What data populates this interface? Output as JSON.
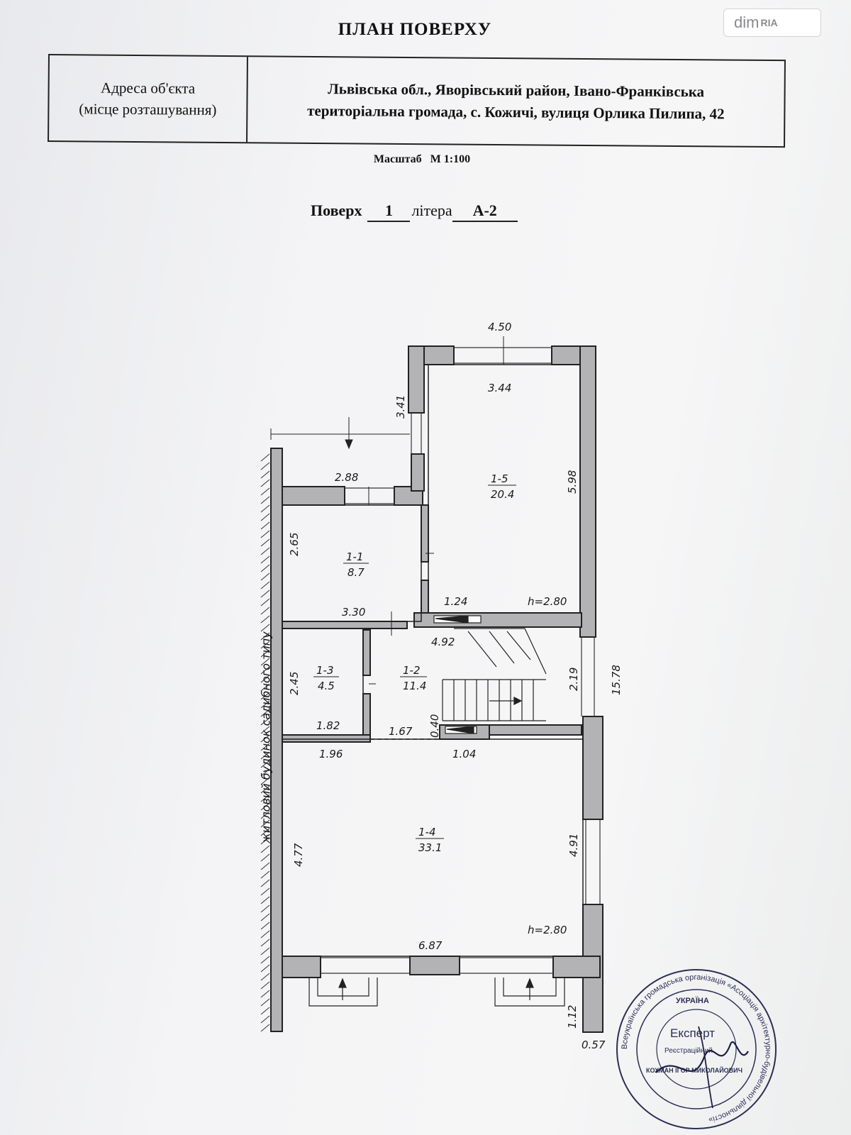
{
  "watermark": {
    "brand": "dim",
    "sub": "RIA"
  },
  "title": "ПЛАН ПОВЕРХУ",
  "address": {
    "label_line1": "Адреса об'єкта",
    "label_line2": "(місце розташування)",
    "value_line1": "Львівська обл., Яворівський район, Івано-Франківська",
    "value_line2": "територіальна громада, с. Кожичі, вулиця Орлика Пилипа, 42"
  },
  "scale": {
    "label": "Масштаб",
    "value": "М 1:100"
  },
  "floor": {
    "label": "Поверх",
    "number": "1",
    "letter_label": "літера",
    "letter": "А-2"
  },
  "plan": {
    "side_label": "житловий будинок садибного типу",
    "dimensions": {
      "d450": "4.50",
      "d344": "3.44",
      "d341": "3.41",
      "d288": "2.88",
      "d598": "5.98",
      "d265": "2.65",
      "d124": "1.24",
      "h1": "h=2.80",
      "d330": "3.30",
      "d492": "4.92",
      "d245": "2.45",
      "d219": "2.19",
      "d1578": "15.78",
      "d182": "1.82",
      "d167": "1.67",
      "d040": "0.40",
      "d196": "1.96",
      "d104": "1.04",
      "d477": "4.77",
      "d491": "4.91",
      "h2": "h=2.80",
      "d687": "6.87",
      "d112": "1.12",
      "d057": "0.57"
    },
    "rooms": [
      {
        "id": "1-1",
        "area": "8.7"
      },
      {
        "id": "1-2",
        "area": "11.4"
      },
      {
        "id": "1-3",
        "area": "4.5"
      },
      {
        "id": "1-4",
        "area": "33.1"
      },
      {
        "id": "1-5",
        "area": "20.4"
      }
    ]
  },
  "stamp": {
    "ring_text": "Всеукраїнська громадська організація «Асоціація архітектурно-будівельної діяльності»",
    "country": "УКРАЇНА",
    "center_label": "Експерт",
    "reg_label": "Реєстраційний",
    "name": "КОХМАН ІГОР МИКОЛАЙОВИЧ"
  }
}
